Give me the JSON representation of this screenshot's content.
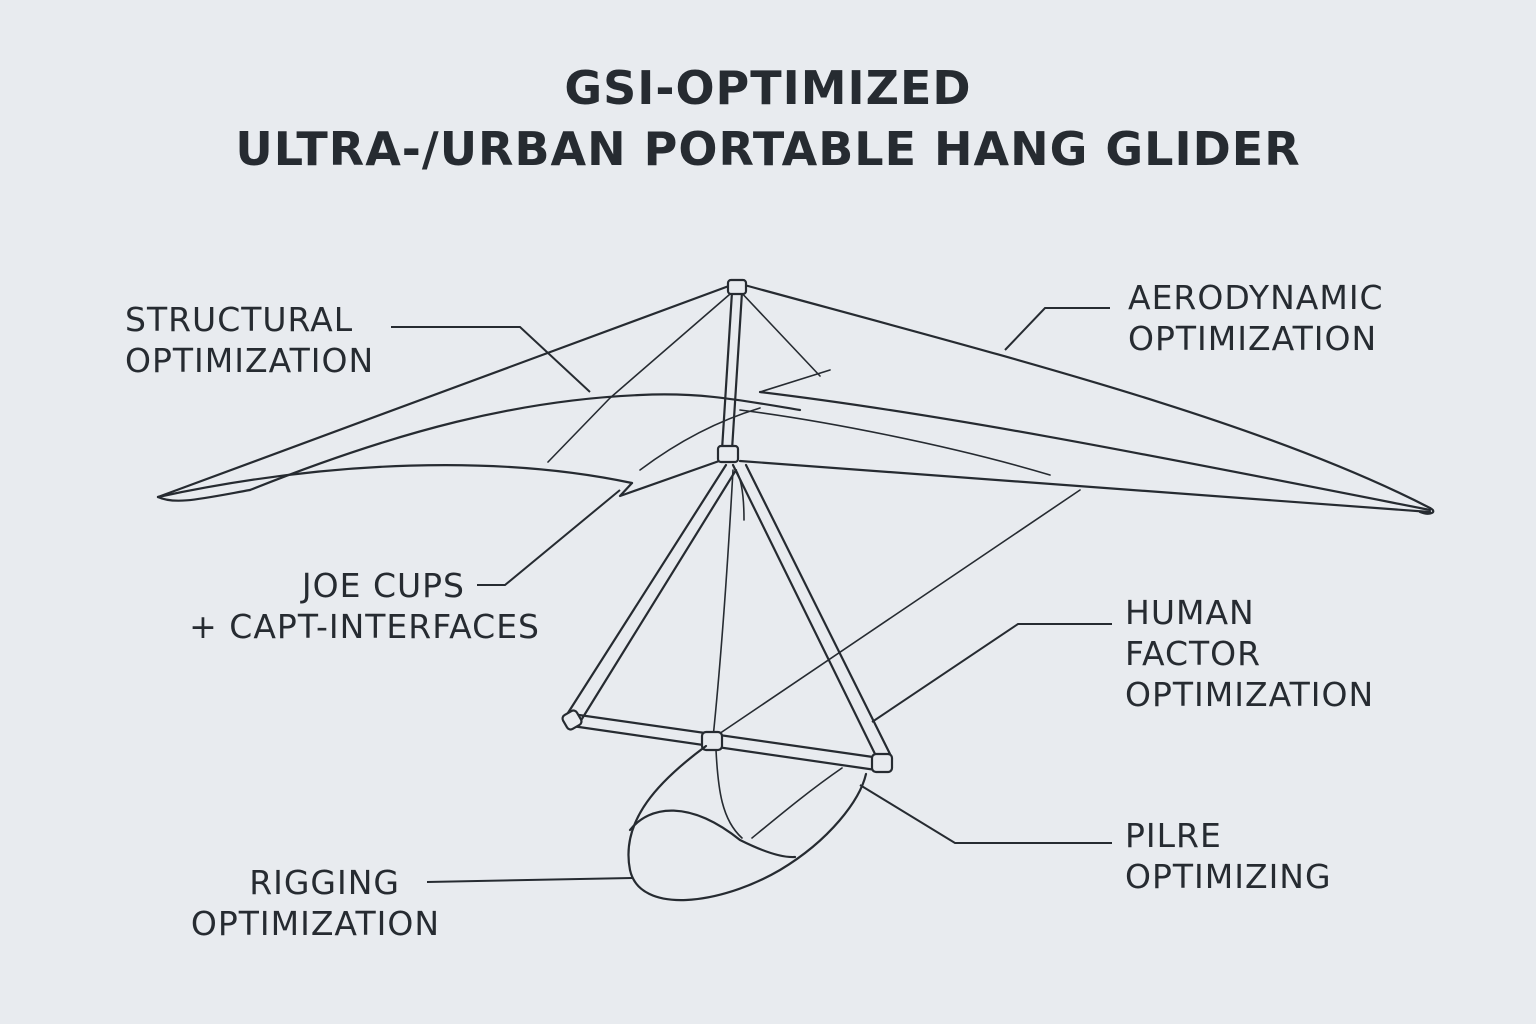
{
  "title": {
    "line1": "GSI-OPTIMIZED",
    "line2": "ULTRA-/URBAN PORTABLE HANG GLIDER"
  },
  "labels": {
    "structural": {
      "line1": "STRUCTURAL",
      "line2": "OPTIMIZATION"
    },
    "aerodynamic": {
      "line1": "AERODYNAMIC",
      "line2": "OPTIMIZATION"
    },
    "joe_cups": {
      "line1": "JOE CUPS",
      "line2": "+ CAPT-INTERFACES"
    },
    "human_factor": {
      "line1": "HUMAN",
      "line2": "FACTOR",
      "line3": "OPTIMIZATION"
    },
    "pilre": {
      "line1": "PILRE",
      "line2": "OPTIMIZING"
    },
    "rigging": {
      "line1": "RIGGING",
      "line2": "OPTIMIZATION"
    }
  },
  "colors": {
    "background": "#e8ebef",
    "ink": "#262b31"
  }
}
